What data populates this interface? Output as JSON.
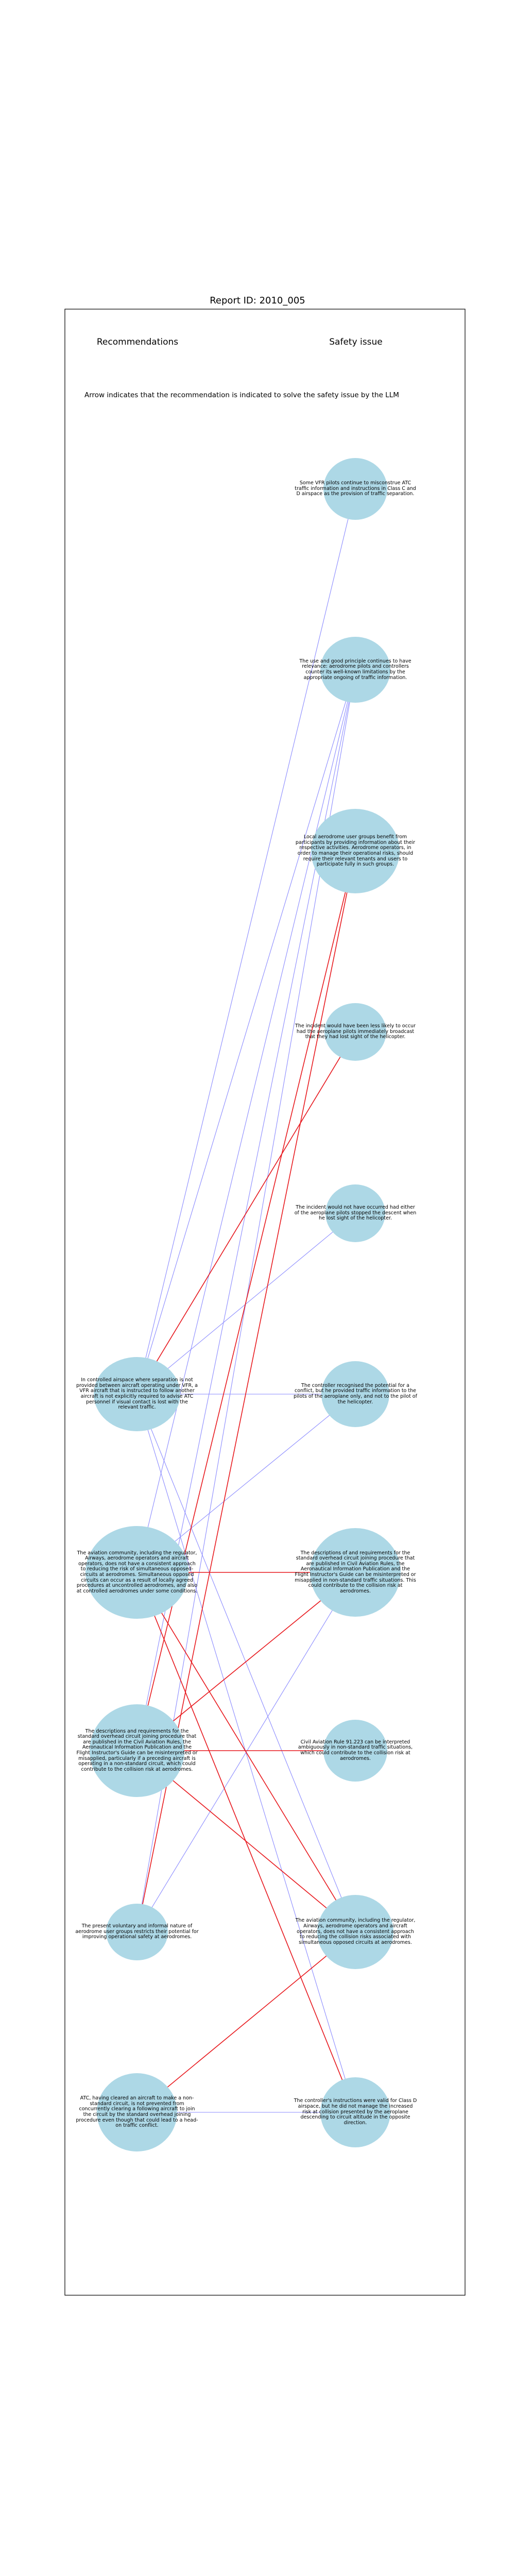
{
  "report_id": "Report ID: 2010_005",
  "headers": {
    "left": "Recommendations",
    "right": "Safety issue"
  },
  "note": "Arrow indicates that the recommendation is indicated to solve the safety issue by the LLM",
  "colors": {
    "node_fill": "#add8e6",
    "edge_normal": "#8c8cff",
    "edge_highlight": "#e8191e",
    "frame": "#000000"
  },
  "recommendations": [
    "In controlled airspace where separation is not provided between aircraft operating under VFR, a VFR aircraft that is instructed to follow another aircraft is not explicitly required to advise ATC personnel if visual contact is lost with the relevant traffic.",
    "The aviation community, including the regulator, Airways, aerodrome operators and aircraft operators, does not have a consistent approach to reducing the risk of simultaneous opposed-circuits at aerodromes. Simultaneous opposed circuits can occur as a result of locally agreed procedures at uncontrolled aerodromes, and also at controlled aerodromes under some conditions.",
    "The descriptions and requirements for the standard overhead circuit joining procedure that are published in the Civil Aviation Rules, the Aeronautical Information Publication and the Flight Instructor's Guide can be misinterpreted or misapplied, particularly if a preceding aircraft is operating in a non-standard circuit, which could contribute to the collision risk at aerodromes.",
    "The present voluntary and informal nature of aerodrome user groups restricts their potential for improving operational safety at aerodromes.",
    "ATC, having cleared an aircraft to make a non-standard circuit, is not prevented from concurrently clearing a following aircraft to join the circuit by the standard overhead joining procedure even though that could lead to a head-on traffic conflict."
  ],
  "safety_issues": [
    "Some VFR pilots continue to misconstrue ATC traffic information and instructions in Class C and D airspace as the provision of traffic separation.",
    "The use and good principle continues to have relevance: aerodrome pilots and controllers counter its well-known limitations by the appropriate ongoing of traffic information.",
    "Local aerodrome user groups benefit from participants by providing information about their respective activities. Aerodrome operators, in order to manage their operational risks, should require their relevant tenants and users to participate fully in such groups.",
    "The incident would have been less likely to occur had the aeroplane pilots immediately broadcast that they had lost sight of the helicopter.",
    "The incident would not have occurred had either of the aeroplane pilots stopped the descent when he lost sight of the helicopter.",
    "The controller recognised the potential for a conflict, but he provided traffic information to the pilots of the aeroplane only, and not to the pilot of the helicopter.",
    "The descriptions of and requirements for the standard overhead circuit joining procedure that are published in Civil Aviation Rules, the Aeronautical Information Publication and the Flight Instructor's Guide can be misinterpreted or misapplied in non-standard traffic situations. This could contribute to the collision risk at aerodromes.",
    "Civil Aviation Rule 91.223 can be interpreted ambiguously in non-standard traffic situations, which could contribute to the collision risk at aerodromes.",
    "The aviation community, including the regulator, Airways, aerodrome operators and aircraft operators, does not have a consistent approach to reducing the collision risks associated with simultaneous opposed circuits at aerodromes.",
    "The controller's instructions were valid for Class D airspace, but he did not manage the increased risk at collision presented by the aeroplane descending to circuit altitude in the opposite direction."
  ],
  "edges_normal": [
    [
      0,
      0
    ],
    [
      0,
      1
    ],
    [
      0,
      3
    ],
    [
      0,
      4
    ],
    [
      0,
      5
    ],
    [
      0,
      8
    ],
    [
      0,
      9
    ],
    [
      1,
      1
    ],
    [
      1,
      5
    ],
    [
      1,
      9
    ],
    [
      2,
      1
    ],
    [
      2,
      7
    ],
    [
      3,
      1
    ],
    [
      3,
      6
    ],
    [
      4,
      9
    ]
  ],
  "edges_highlight": [
    [
      0,
      3
    ],
    [
      1,
      6
    ],
    [
      1,
      8
    ],
    [
      1,
      9
    ],
    [
      2,
      2
    ],
    [
      2,
      6
    ],
    [
      2,
      7
    ],
    [
      2,
      8
    ],
    [
      3,
      2
    ],
    [
      4,
      8
    ]
  ]
}
